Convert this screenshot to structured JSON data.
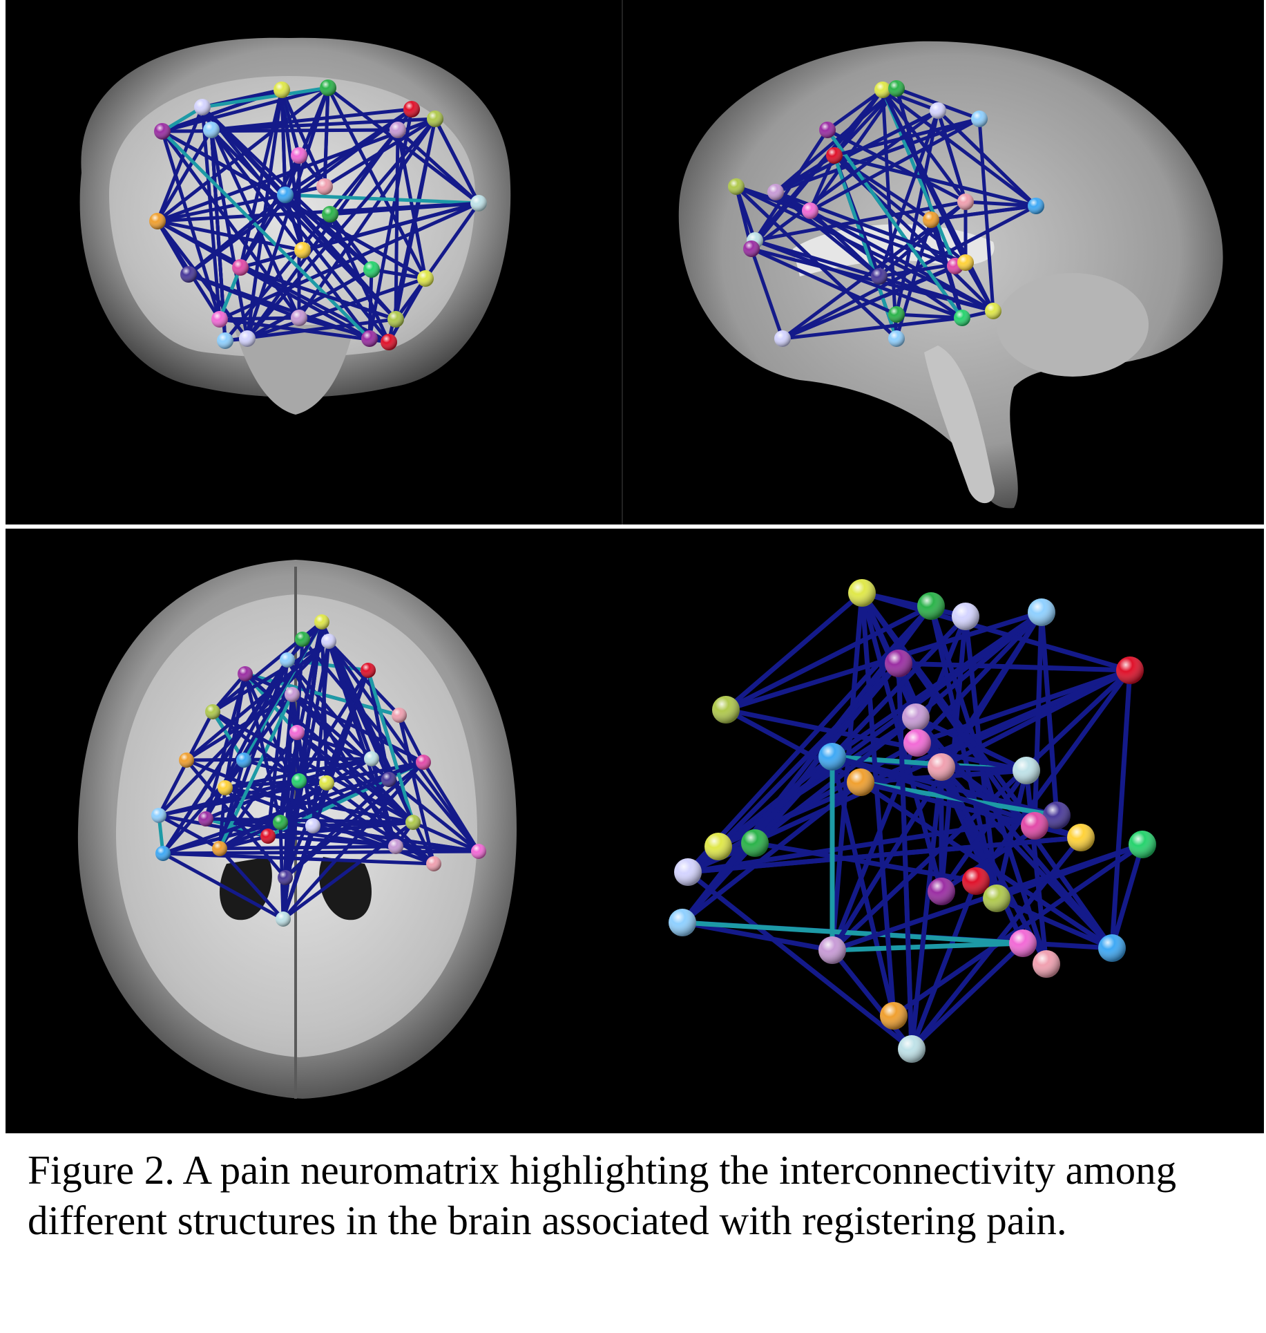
{
  "figure": {
    "caption": "Figure 2. A pain neuromatrix highlighting the interconnectivity among different structures in the brain associated with registering pain.",
    "colors": {
      "background": "#000000",
      "edge_primary": "#141a8a",
      "edge_secondary": "#1d9aa6"
    },
    "panels": [
      {
        "view": "coronal"
      },
      {
        "view": "sagittal"
      },
      {
        "view": "axial"
      },
      {
        "view": "3d-network"
      }
    ]
  }
}
